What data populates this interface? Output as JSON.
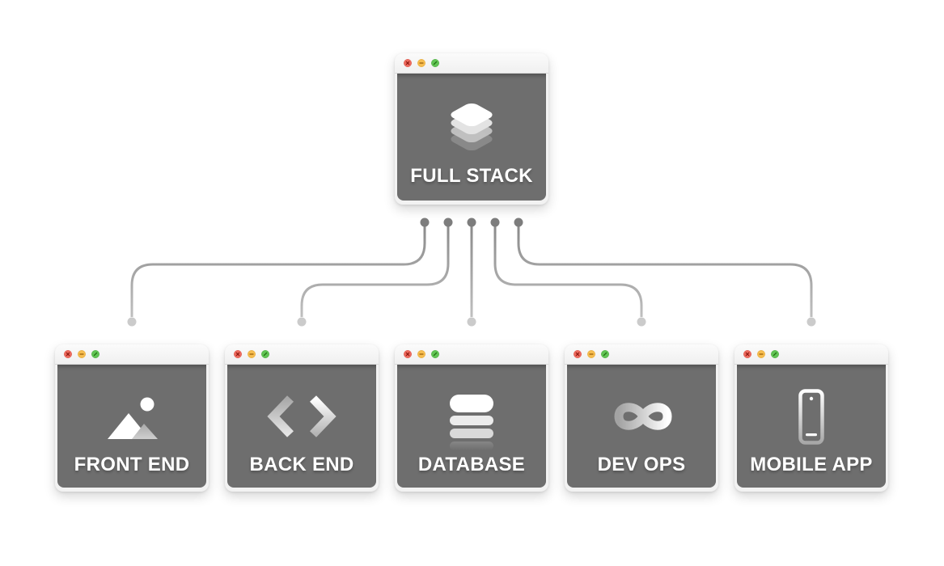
{
  "diagram": {
    "root": {
      "label": "FULL STACK",
      "icon": "layers-icon"
    },
    "children": [
      {
        "label": "FRONT END",
        "icon": "image-icon"
      },
      {
        "label": "BACK END",
        "icon": "code-icon"
      },
      {
        "label": "DATABASE",
        "icon": "database-icon"
      },
      {
        "label": "DEV OPS",
        "icon": "infinity-icon"
      },
      {
        "label": "MOBILE APP",
        "icon": "mobile-icon"
      }
    ],
    "connections": [
      {
        "from": "FULL STACK",
        "to": "FRONT END"
      },
      {
        "from": "FULL STACK",
        "to": "BACK END"
      },
      {
        "from": "FULL STACK",
        "to": "DATABASE"
      },
      {
        "from": "FULL STACK",
        "to": "DEV OPS"
      },
      {
        "from": "FULL STACK",
        "to": "MOBILE APP"
      }
    ]
  },
  "window_controls": {
    "buttons": [
      {
        "name": "close-icon",
        "color": "#ee6b5f"
      },
      {
        "name": "minimize-icon",
        "color": "#f6bd4f"
      },
      {
        "name": "zoom-icon",
        "color": "#61c455"
      }
    ]
  },
  "colors": {
    "background": "#ffffff",
    "window_frame": "#f2f2f2",
    "titlebar_top": "#fbfbfb",
    "titlebar_bottom": "#f0f0f0",
    "titlebar_border": "#d8d8d8",
    "window_body": "#6e6e6e",
    "label_text": "#ffffff",
    "btn_close": "#ee6b5f",
    "btn_minimize": "#f6bd4f",
    "btn_zoom": "#61c455",
    "connector_top": "#878787",
    "connector_bottom": "#c3c3c3",
    "dot_top": "#7d7d7d",
    "dot_bottom": "#cbcbcb"
  }
}
